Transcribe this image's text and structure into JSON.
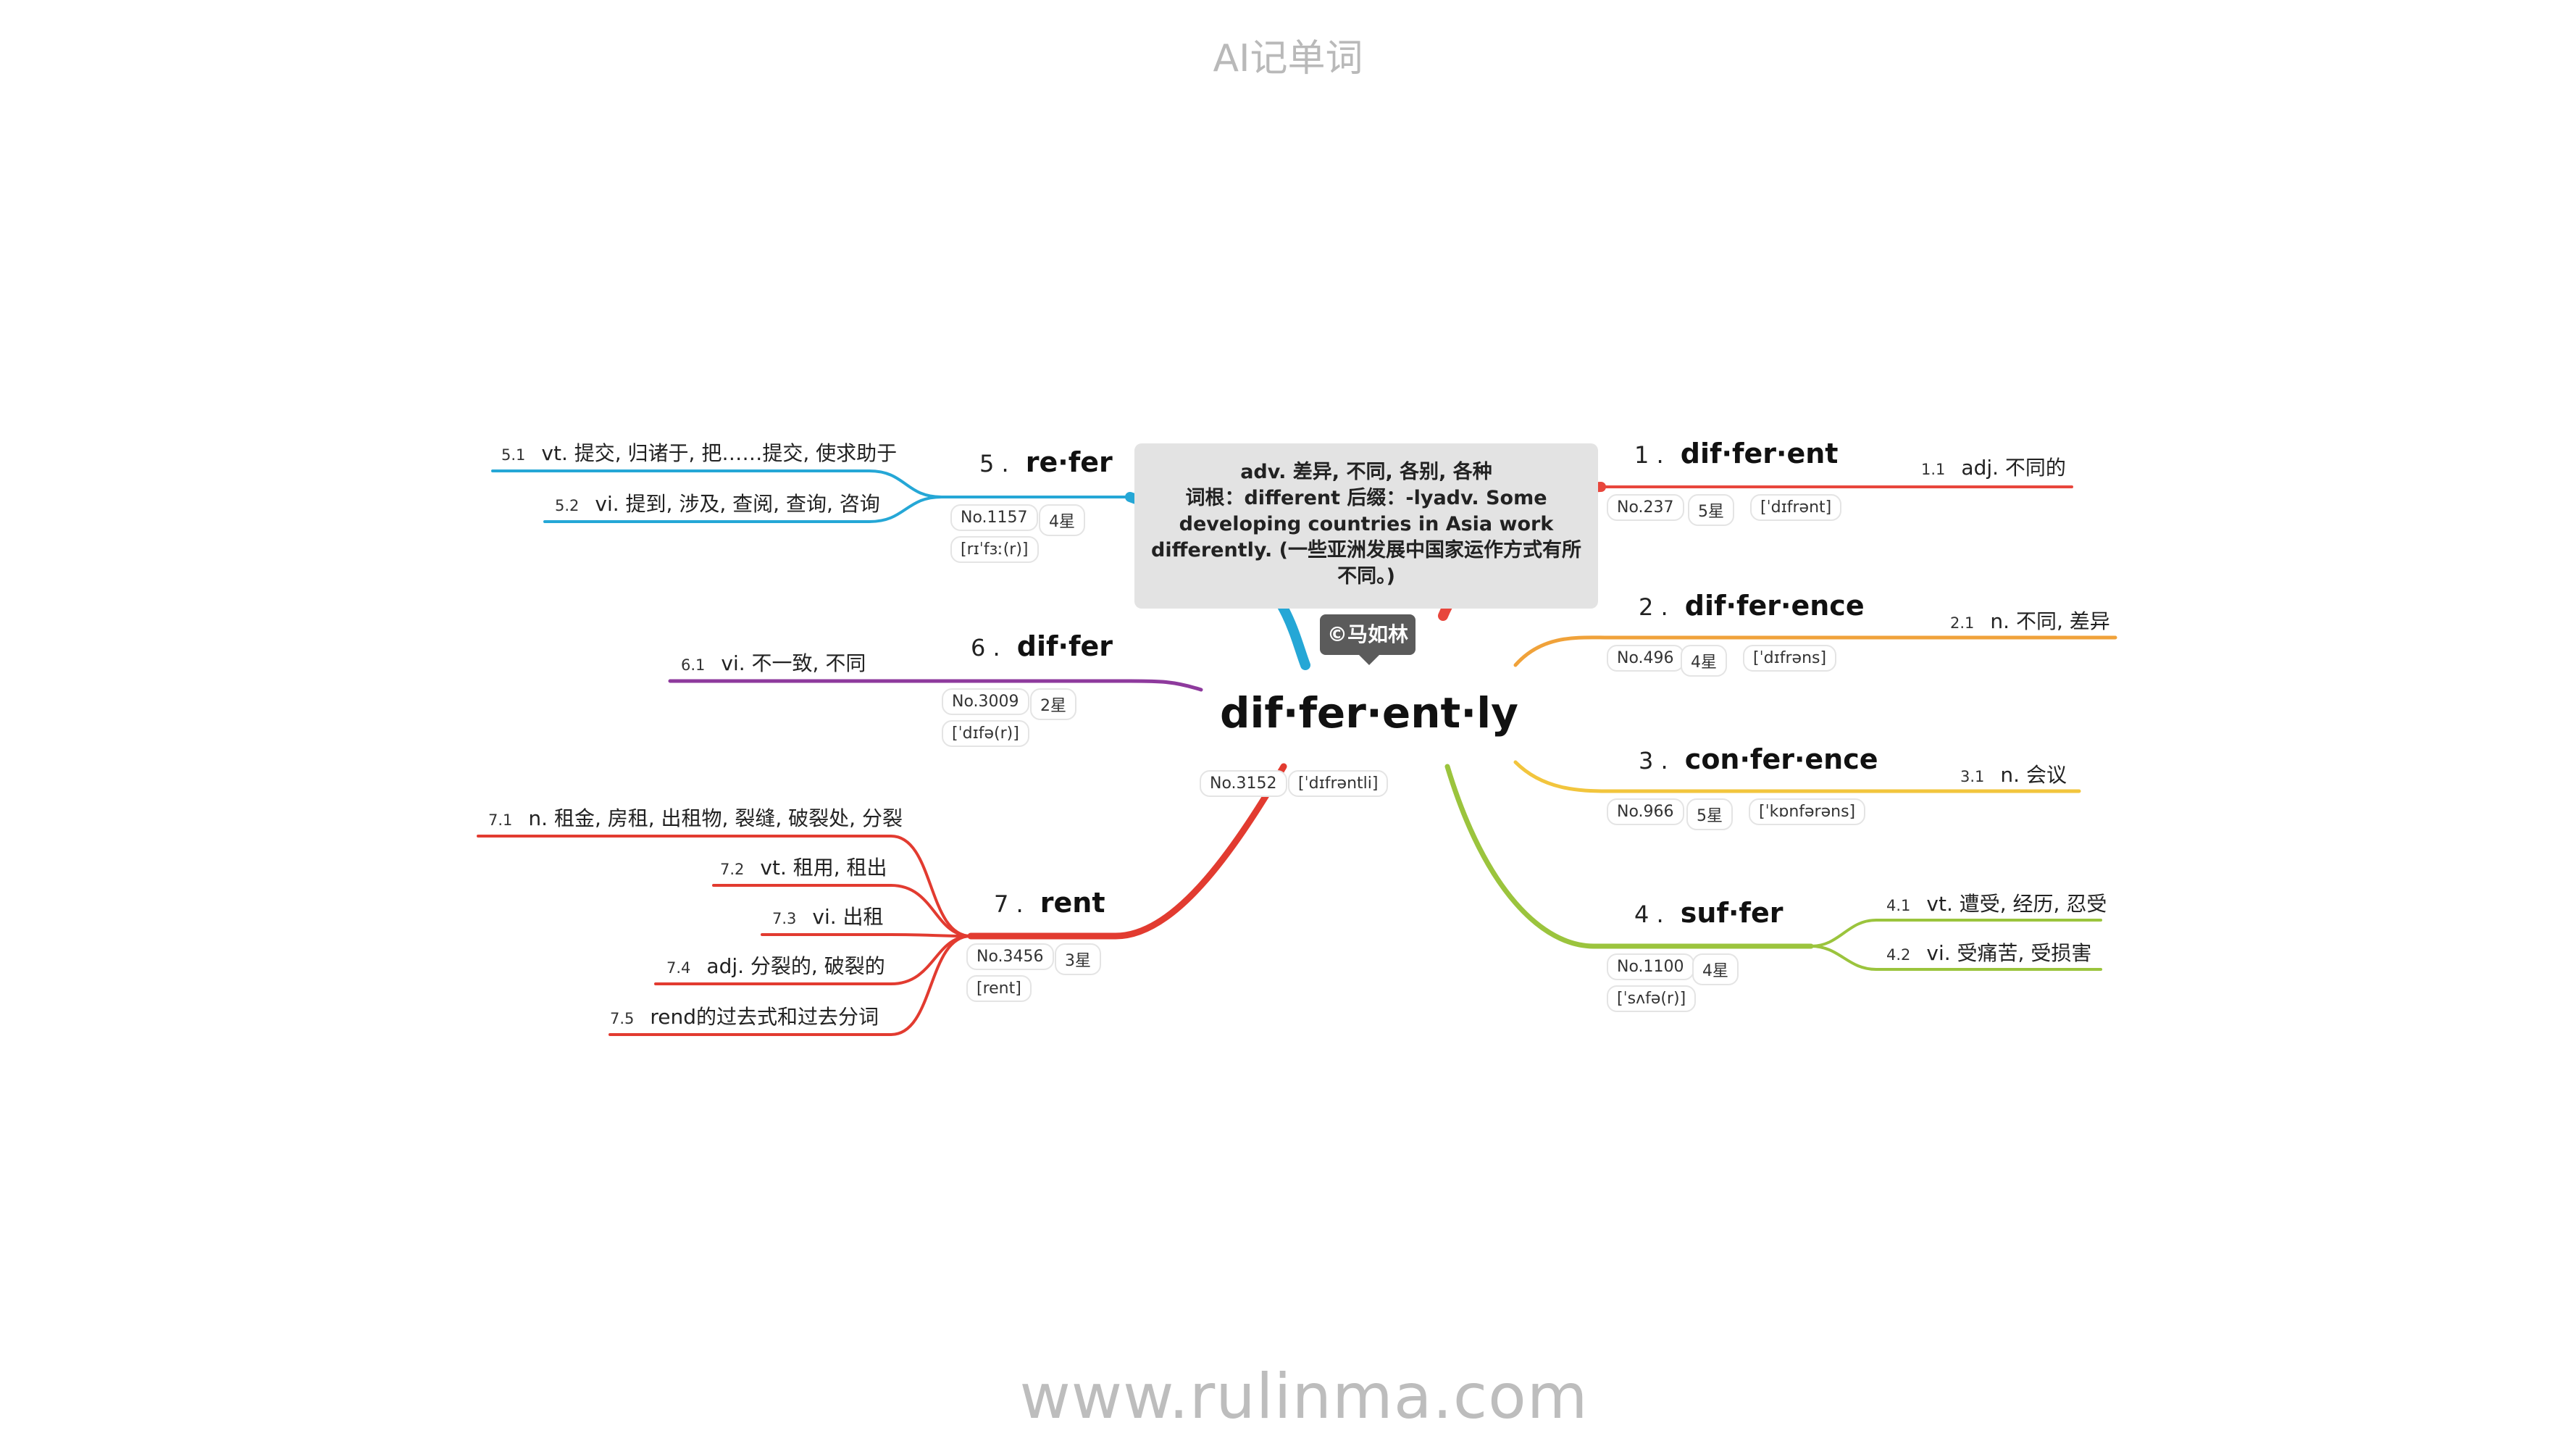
{
  "page_title": "AI记单词",
  "footer_url": "www.rulinma.com",
  "center": {
    "word": "dif·fer·ent·ly",
    "rank": "No.3152",
    "phonetic": "[ˈdɪfrəntli]"
  },
  "tooltip": {
    "line1": "adv. 差异, 不同, 各别, 各种",
    "line2": "词根：different 后缀：-lyadv. Some developing countries in Asia work differently. (一些亚洲发展中国家运作方式有所不同。)"
  },
  "author_badge": "©马如林",
  "colors": {
    "b1": "#e8463c",
    "b2": "#f0a23a",
    "b3": "#f2c53d",
    "b4": "#9bc43d",
    "b5": "#25a7d6",
    "b6": "#8e3a9d",
    "b7": "#e23b30"
  },
  "branches": [
    {
      "num": "1 .",
      "word": "dif·fer·ent",
      "rank": "No.237",
      "stars": "5星",
      "phonetic": "[ˈdɪfrənt]",
      "meanings": [
        {
          "idx": "1.1",
          "text": "adj. 不同的"
        }
      ]
    },
    {
      "num": "2 .",
      "word": "dif·fer·ence",
      "rank": "No.496",
      "stars": "4星",
      "phonetic": "[ˈdɪfrəns]",
      "meanings": [
        {
          "idx": "2.1",
          "text": "n. 不同, 差异"
        }
      ]
    },
    {
      "num": "3 .",
      "word": "con·fer·ence",
      "rank": "No.966",
      "stars": "5星",
      "phonetic": "[ˈkɒnfərəns]",
      "meanings": [
        {
          "idx": "3.1",
          "text": "n. 会议"
        }
      ]
    },
    {
      "num": "4 .",
      "word": "suf·fer",
      "rank": "No.1100",
      "stars": "4星",
      "phonetic": "[ˈsʌfə(r)]",
      "meanings": [
        {
          "idx": "4.1",
          "text": "vt. 遭受, 经历, 忍受"
        },
        {
          "idx": "4.2",
          "text": "vi. 受痛苦, 受损害"
        }
      ]
    },
    {
      "num": "5 .",
      "word": "re·fer",
      "rank": "No.1157",
      "stars": "4星",
      "phonetic": "[rɪˈfɜː(r)]",
      "meanings": [
        {
          "idx": "5.1",
          "text": "vt. 提交, 归诸于, 把……提交, 使求助于"
        },
        {
          "idx": "5.2",
          "text": "vi. 提到, 涉及, 查阅, 查询, 咨询"
        }
      ]
    },
    {
      "num": "6 .",
      "word": "dif·fer",
      "rank": "No.3009",
      "stars": "2星",
      "phonetic": "[ˈdɪfə(r)]",
      "meanings": [
        {
          "idx": "6.1",
          "text": "vi. 不一致, 不同"
        }
      ]
    },
    {
      "num": "7 .",
      "word": "rent",
      "rank": "No.3456",
      "stars": "3星",
      "phonetic": "[rent]",
      "meanings": [
        {
          "idx": "7.1",
          "text": "n. 租金, 房租, 出租物, 裂缝, 破裂处, 分裂"
        },
        {
          "idx": "7.2",
          "text": "vt. 租用, 租出"
        },
        {
          "idx": "7.3",
          "text": "vi. 出租"
        },
        {
          "idx": "7.4",
          "text": "adj. 分裂的, 破裂的"
        },
        {
          "idx": "7.5",
          "text": "rend的过去式和过去分词"
        }
      ]
    }
  ]
}
